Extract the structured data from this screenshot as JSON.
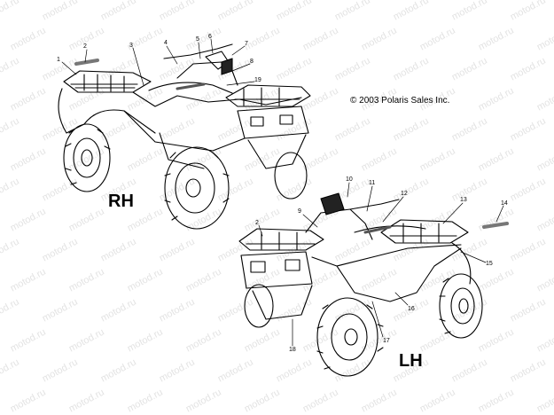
{
  "watermark": "motod.ru",
  "copyright": "© 2003 Polaris Sales Inc.",
  "labels": {
    "rh": "RH",
    "lh": "LH"
  },
  "callouts_rh": [
    "1",
    "2",
    "3",
    "4",
    "5",
    "6",
    "7",
    "8",
    "19"
  ],
  "callouts_lh": [
    "2",
    "9",
    "10",
    "11",
    "12",
    "13",
    "14",
    "15",
    "16",
    "17",
    "18"
  ]
}
